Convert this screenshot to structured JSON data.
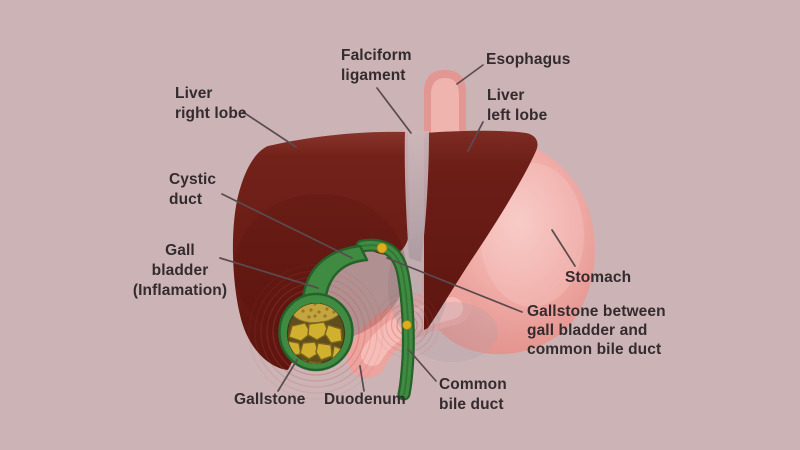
{
  "diagram_title": "Gall bladder inflammation and gallstones anatomy diagram",
  "palette": {
    "background": "#ccb4b6",
    "label_text": "#332b2e",
    "leader_line": "#5a4b4e",
    "liver_top_highlight": "#87342c",
    "liver_main": "#6b1d16",
    "liver_deep": "#5d150f",
    "stomach_edge": "#df8d88",
    "stomach_light": "#f8cbc7",
    "esophagus_pink": "#e29793",
    "falciform_band": "#c3adb1",
    "duct_green": "#3e8b41",
    "duct_green_dark": "#27622a",
    "gallbladder_interior": "#5e4d1d",
    "stone_yellow": "#d2b02f",
    "stone_top": "#c3a43e",
    "stone_outline": "#7a631c",
    "gallstone_dot": "#dcae1e",
    "inflammation_red": "#c44a40"
  },
  "labels": {
    "falciform_ligament": {
      "lines": [
        "Falciform",
        "ligament"
      ]
    },
    "esophagus": {
      "lines": [
        "Esophagus"
      ]
    },
    "liver_right_lobe": {
      "lines": [
        "Liver",
        "right lobe"
      ]
    },
    "liver_left_lobe": {
      "lines": [
        "Liver",
        "left lobe"
      ]
    },
    "cystic_duct": {
      "lines": [
        "Cystic",
        "duct"
      ]
    },
    "gall_bladder": {
      "lines": [
        "Gall",
        "bladder",
        "(Inflamation)"
      ]
    },
    "stomach": {
      "lines": [
        "Stomach"
      ]
    },
    "gallstone_between": {
      "lines": [
        "Gallstone between",
        "gall bladder and",
        "common bile duct"
      ]
    },
    "gallstone": {
      "lines": [
        "Gallstone"
      ]
    },
    "duodenum": {
      "lines": [
        "Duodenum"
      ]
    },
    "common_bile_duct": {
      "lines": [
        "Common",
        "bile duct"
      ]
    }
  }
}
